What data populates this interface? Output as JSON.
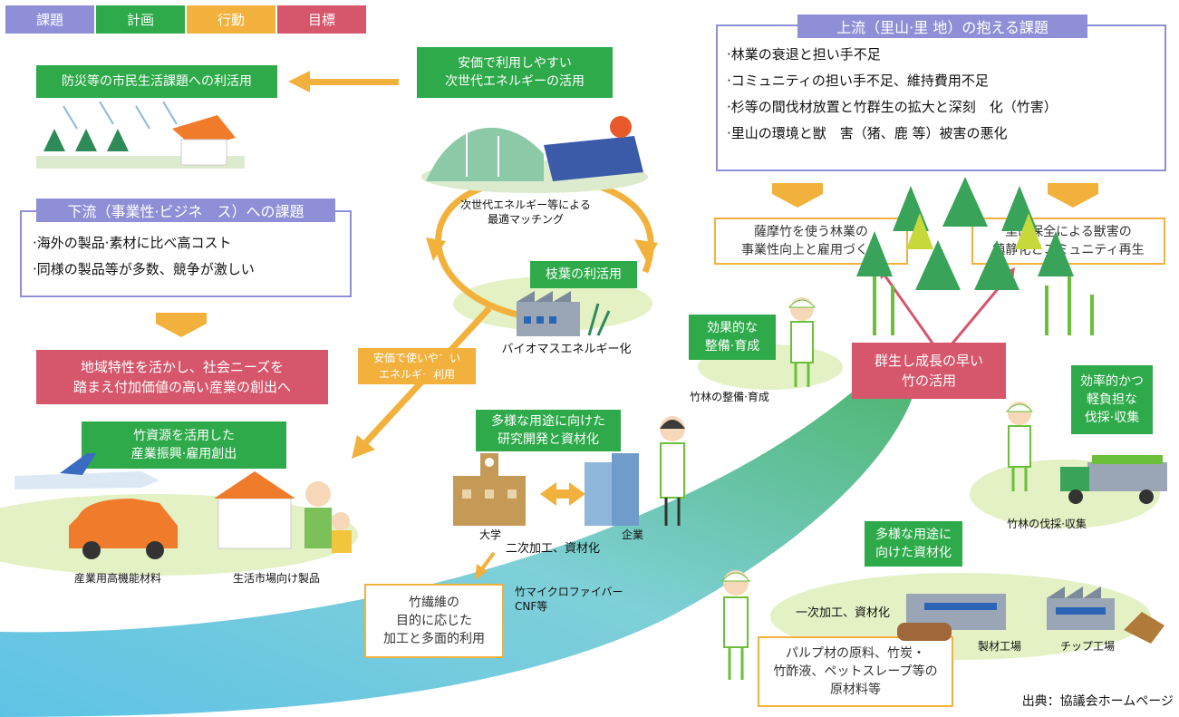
{
  "legend": [
    {
      "label": "課題",
      "color": "#8e8fd6"
    },
    {
      "label": "計画",
      "color": "#2eaa4a"
    },
    {
      "label": "行動",
      "color": "#f2b13c"
    },
    {
      "label": "目標",
      "color": "#d6566b"
    }
  ],
  "upstream": {
    "title": "上流（里山·里 地）の抱える課題",
    "items": [
      "·林業の衰退と担い手不足",
      "·コミュニティの担い手不足、維持費用不足",
      "·杉等の間伐材放置と竹群生の拡大と深刻　化（竹害）",
      "·里山の環境と獣　害（猪、鹿 等）被害の悪化"
    ]
  },
  "downstream": {
    "title": "下流（事業性·ビジネ　ス）への課題",
    "items": [
      "·海外の製品·素材に比べ高コスト",
      "·同様の製品等が多数、競争が激しい"
    ]
  },
  "boxes": {
    "disaster": "防災等の市民生活課題への利活用",
    "energy": "安価で利用しやすい\n次世代エネルギーの活用",
    "branches": "枝葉の利活用",
    "goal_region": "地域特性を活かし、社会ニーズを\n踏まえ付加価値の高い産業の創出へ",
    "industry": "竹資源を活用した\n産業振興·雇用創出",
    "research": "多様な用途に向けた\n研究開発と資材化",
    "effective": "効果的な\n整備·育成",
    "efficient": "効率的かつ\n軽負担な\n伐採·収集",
    "materials": "多様な用途に\n向けた資材化",
    "bamboo_goal": "群生し成長の早い\n竹の活用",
    "satsuma": "薩摩竹を使う林業の\n事業性向上と雇用づくり",
    "satoyama": "里山保全による獣害の\n鎮静化とコミュニティ再生",
    "cheap_energy": "安価で使いやすい\nエネルギー利用",
    "fiber": "竹繊維の\n目的に応じた\n加工と多面的利用",
    "pulp": "パルプ材の原料、竹炭・\n竹酢液、ペットスレープ等の\n原材料等"
  },
  "labels": {
    "matching": "次世代エネルギー等による\n最適マッチング",
    "biomass": "バイオマスエネルギー化",
    "forest_care": "竹林の整備·育成",
    "harvest": "竹林の伐採·収集",
    "university": "大学",
    "company": "企業",
    "secondary": "二次加工、資材化",
    "cnf": "竹マイクロファイバー\nCNF等",
    "primary": "一次加工、資材化",
    "sawmill": "製材工場",
    "chip": "チップ工場",
    "high_func": "産業用高機能材料",
    "consumer": "生活市場向け製品",
    "source": "出典：協議会ホームページ"
  }
}
